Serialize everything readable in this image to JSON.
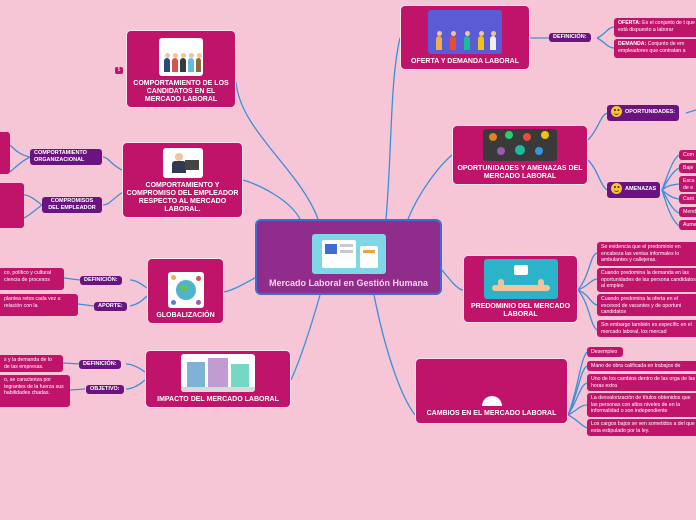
{
  "central": {
    "title": "Mercado Laboral en Gestión Humana"
  },
  "colors": {
    "background": "#f7c6d6",
    "link": "#3b8fd6",
    "node": "#c0146b",
    "central": "#8f2c8c",
    "tag": "#6a157f"
  },
  "branches": {
    "candidatos": {
      "title": "COMPORTAMIENTO DE LOS CANDIDATOS EN EL MERCADO LABORAL",
      "badge": "5",
      "image": "people-group-icon"
    },
    "empleador": {
      "title": "COMPORTAMIENTO Y COMPROMISO DEL EMPLEADOR RESPECTO AL MERCADO LABORAL.",
      "image": "businessman-computer-icon",
      "tags": [
        "COMPORTAMIENTO ORGANIZACIONAL",
        "COMPROMISOS DEL EMPLEADOR"
      ]
    },
    "globalizacion": {
      "title": "GLOBALIZACIÓN",
      "image": "globe-network-icon",
      "tags": [
        "DEFINICIÓN:",
        "APORTE:"
      ],
      "leaves": [
        "co, político y cultural ciencia de procesos",
        "plantea retos cada vez u relación con la"
      ]
    },
    "impacto": {
      "title": "IMPACTO DEL MERCADO LABORAL",
      "image": "market-stalls-icon",
      "tags": [
        "DEFINICIÓN:",
        "OBJETIVO:"
      ],
      "leaves": [
        "s y la demanda de lo de las empresas.",
        "o, se caracteriza por tegrantes de la fuerza sus habilidades chadas."
      ]
    },
    "oferta": {
      "title": "OFERTA Y DEMANDA LABORAL",
      "image": "team-workers-icon",
      "tag": "DEFINICIÓN:",
      "leaves": [
        {
          "term": "OFERTA:",
          "text": " Es el conjunto de t que está dispuesto a laborar"
        },
        {
          "term": "DEMANDA:",
          "text": " Conjunto de em empleadores que contratan a"
        }
      ]
    },
    "oportunidades": {
      "title": "OPORTUNIDADES Y AMENAZAS DEL MERCADO LABORAL",
      "image": "network-people-icon",
      "tags": [
        "OPORTUNIDADES:",
        "AMENAZAS"
      ],
      "amenazas": [
        "Com",
        "Baje",
        "Esca de e",
        "Cant",
        "Mend",
        "Aume"
      ]
    },
    "predominio": {
      "title": "PREDOMINIO DEL MERCADO LABORAL",
      "image": "hands-chart-icon",
      "leaves": [
        "Se evidencia que el predominio en encabeza las ventas informales lo ambulantes y callejeras.",
        "Cuando predomina la demanda en las oportunidades de las persona candidatos al empleo",
        "Cuando predomina la oferta en el excesod de vacantes y de oportuni candidatos",
        "Sin embargo también es específic en el mercado laboral, los mercad"
      ]
    },
    "cambios": {
      "title": "CAMBIOS EN EL MERCADO LABORAL",
      "image": "semicircle-icon",
      "leaves": [
        "Desempleo",
        "Mano de obra calificada en trabajos de",
        "Uno de los cambios dentro de las orga de las horas extra",
        "La desvalorización de títulos obtenidos que las personas con altos niveles de en la informalidad o son independiente",
        "Los cargos bajos se ven sometidos a del que esta estipulado por la ley."
      ]
    }
  }
}
